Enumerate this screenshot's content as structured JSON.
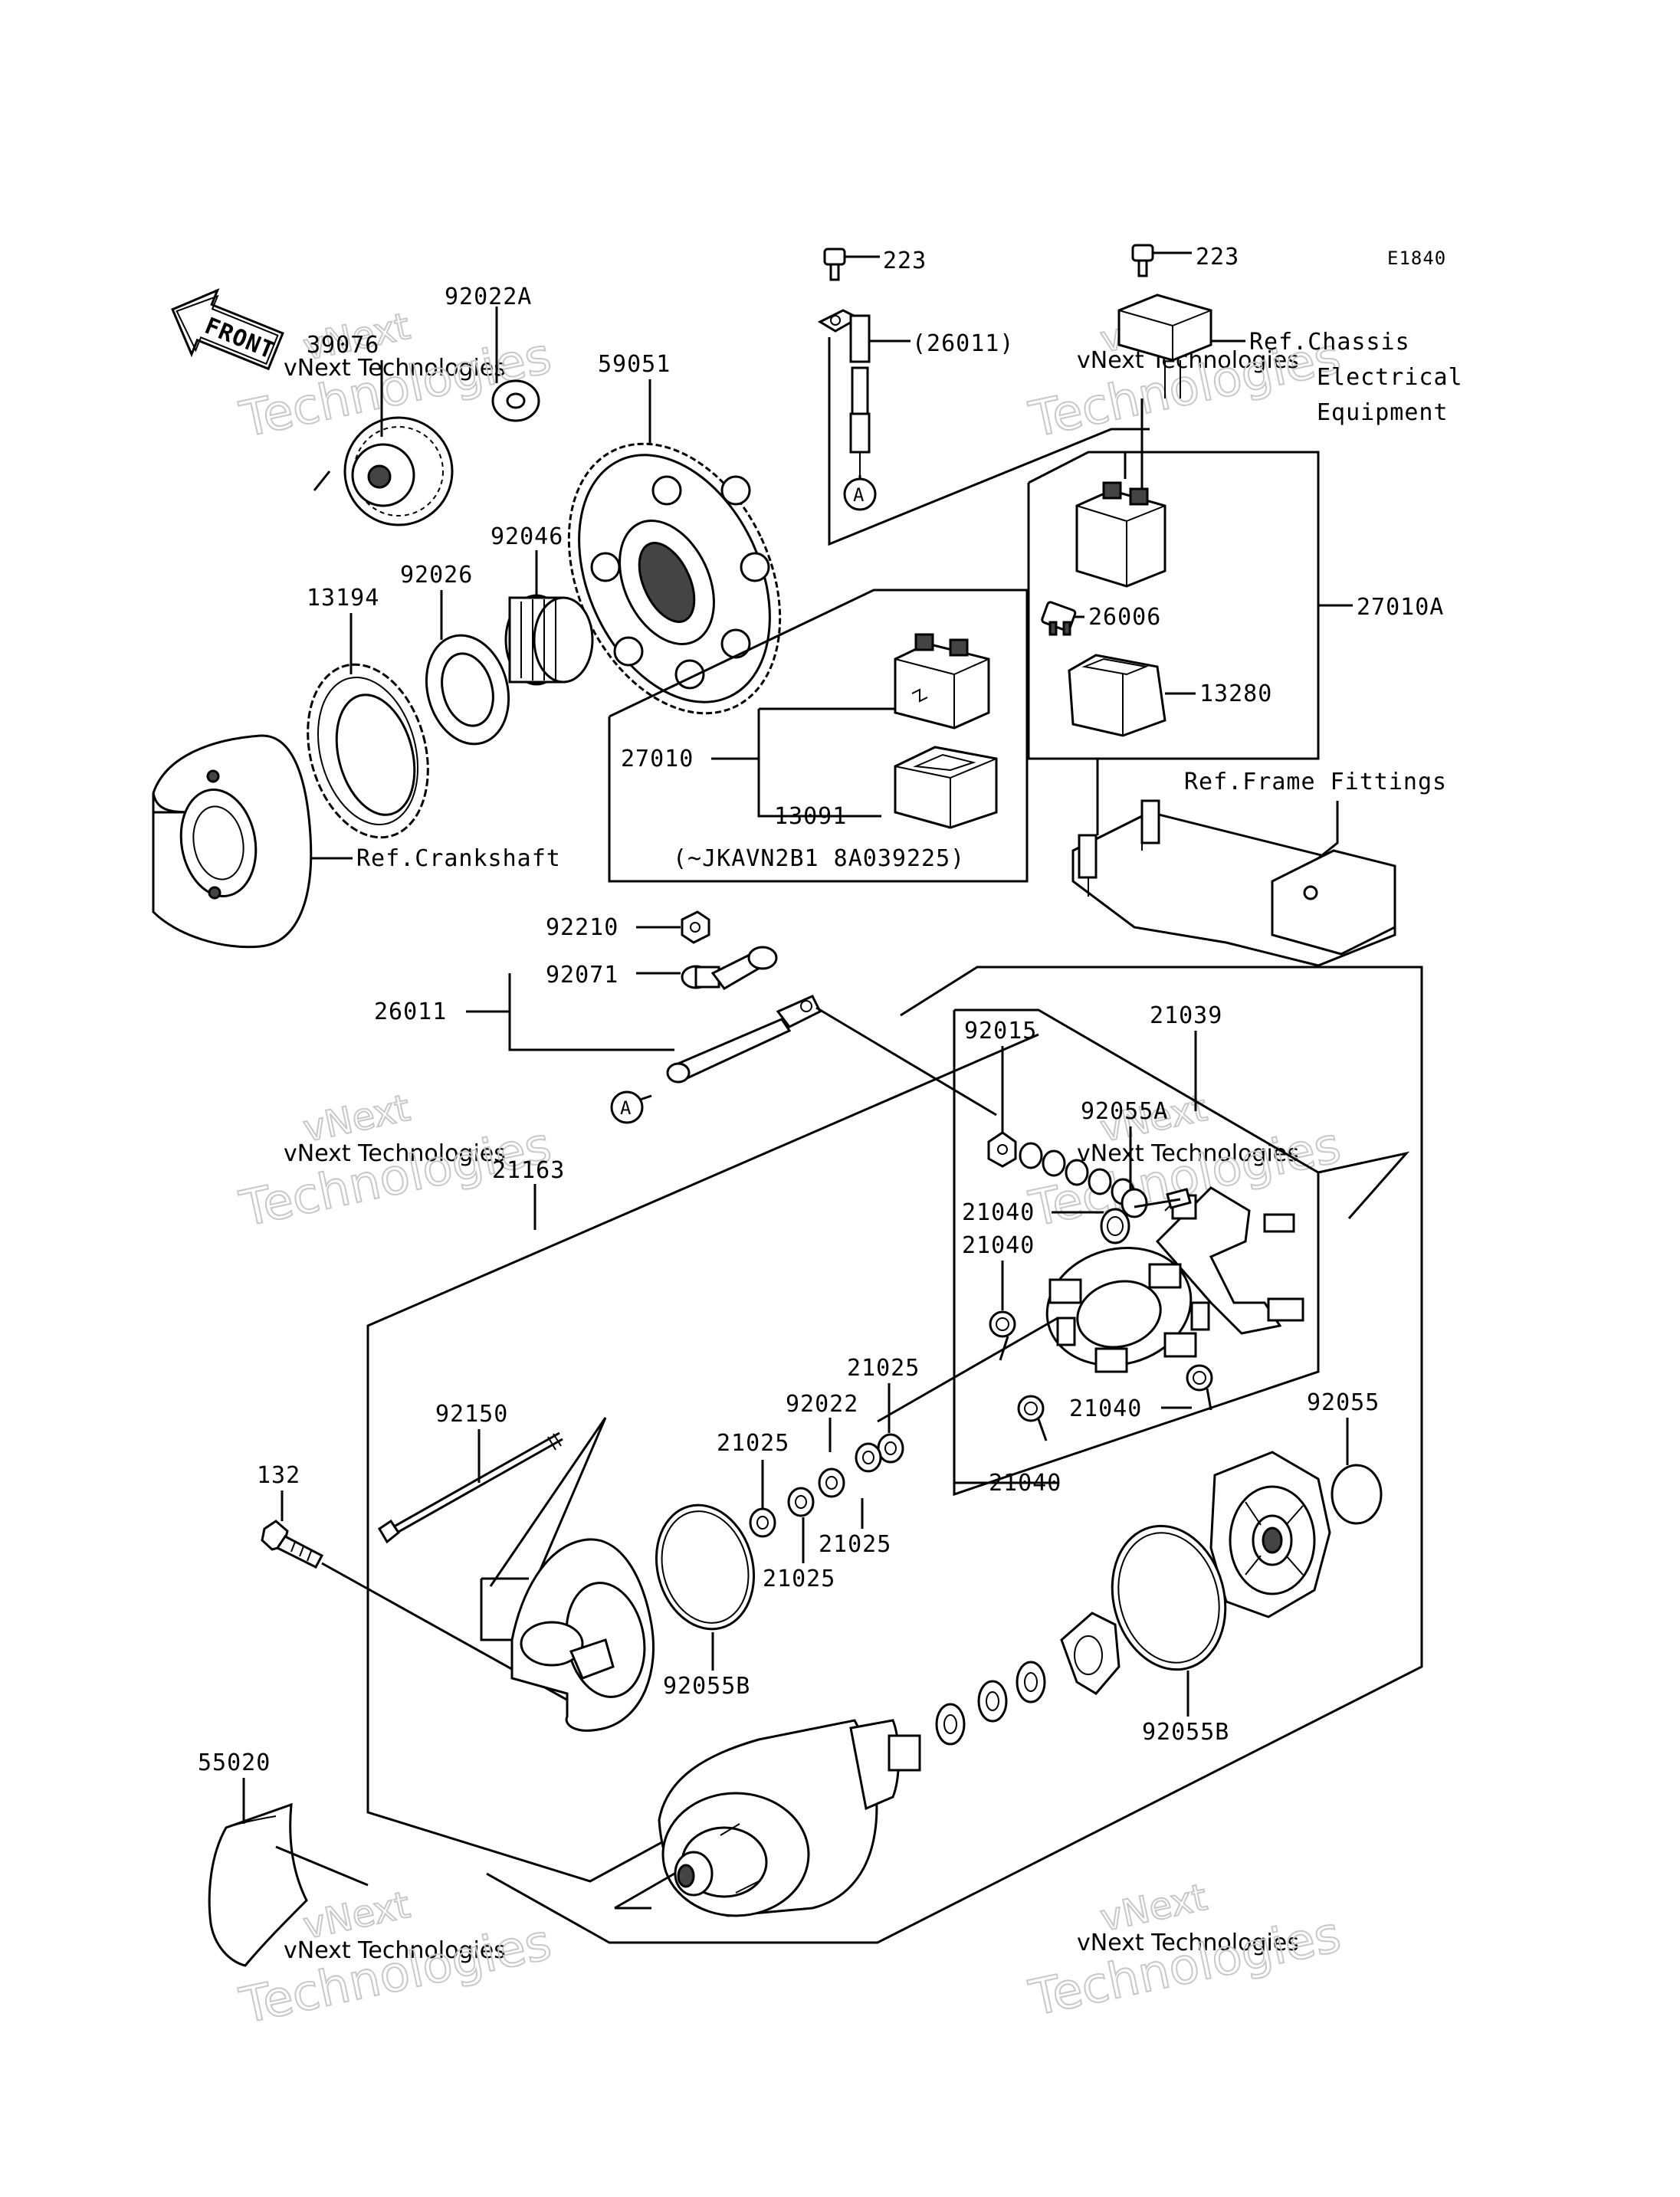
{
  "diagram_code": "E1840",
  "front_label": "FRONT",
  "circle_marker": "A",
  "callouts": {
    "p223_left": "223",
    "p223_right": "223",
    "p26011_paren": "(26011)",
    "ref_chassis_1": "Ref.Chassis",
    "ref_chassis_2": "Electrical",
    "ref_chassis_3": "Equipment",
    "p92022A": "92022A",
    "p39076": "39076",
    "p59051": "59051",
    "p92046": "92046",
    "p92026": "92026",
    "p13194": "13194",
    "p26006": "26006",
    "p27010A": "27010A",
    "p13280": "13280",
    "p27010": "27010",
    "p13091": "13091",
    "serial_note": "(~JKAVN2B1 8A039225)",
    "ref_frame": "Ref.Frame Fittings",
    "ref_crank": "Ref.Crankshaft",
    "p92210": "92210",
    "p92071": "92071",
    "p26011": "26011",
    "p92015": "92015",
    "p21039": "21039",
    "p92055A": "92055A",
    "p21163": "21163",
    "p21040_a": "21040",
    "p21040_b": "21040",
    "p21040_c": "21040",
    "p21040_d": "21040",
    "p21025_a": "21025",
    "p92022": "92022",
    "p21025_b": "21025",
    "p21025_c": "21025",
    "p21025_d": "21025",
    "p92055": "92055",
    "p92150": "92150",
    "p132": "132",
    "p92055B_a": "92055B",
    "p92055B_b": "92055B",
    "p55020": "55020"
  },
  "watermarks": {
    "top": "vNext",
    "middle": "vNext Technologies",
    "bottom": "Technologies"
  }
}
